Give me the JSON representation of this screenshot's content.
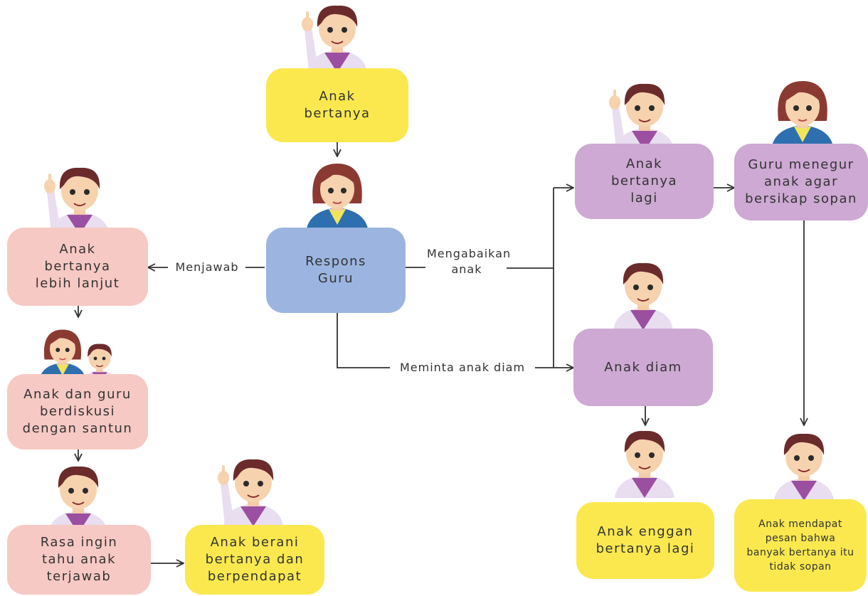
{
  "colors": {
    "yellow": "#FBE84F",
    "blue": "#9BB5E0",
    "purple": "#CDA9D3",
    "pink": "#F7C9C4",
    "arrow": "#333333"
  },
  "nodes": {
    "start": "Anak\nbertanya",
    "response": "Respons\nGuru",
    "ask_further": "Anak\nbertanya\nlebih lanjut",
    "discuss": "Anak dan guru\nberdiskusi\ndengan santun",
    "curiosity": "Rasa ingin\ntahu anak\nterjawab",
    "brave": "Anak berani\nbertanya dan\nberpendapat",
    "ask_again": "Anak\nbertanya\nlagi",
    "reprimand": "Guru menegur\nanak agar\nbersikap sopan",
    "silent": "Anak diam",
    "reluctant": "Anak enggan\nbertanya lagi",
    "impolite_message": "Anak mendapat\npesan bahwa\nbanyak bertanya itu\ntidak sopan"
  },
  "edges": {
    "answer": "Menjawab",
    "ignore": "Mengabaikan\nanak",
    "ask_quiet": "Meminta anak diam"
  },
  "icons": {
    "child_raising_hand": "child-raising-hand-icon",
    "teacher": "teacher-icon",
    "teacher_pointing": "teacher-pointing-icon",
    "child_calm": "child-calm-icon",
    "child_sad": "child-sad-icon",
    "child_thinking": "child-thinking-icon",
    "teacher_and_child": "teacher-and-child-icon"
  }
}
